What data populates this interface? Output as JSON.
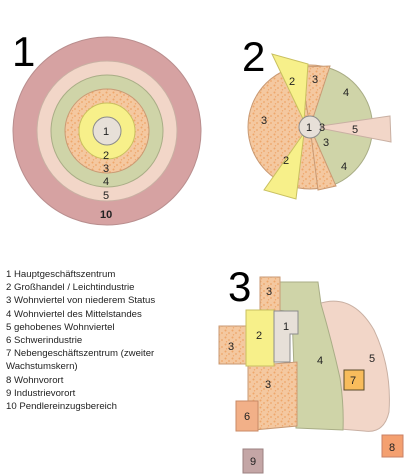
{
  "models": [
    {
      "number": "1",
      "zone_labels": [
        "1",
        "2",
        "3",
        "4",
        "5",
        "10"
      ]
    },
    {
      "number": "2",
      "zone_labels": [
        "1",
        "2",
        "2",
        "3",
        "3",
        "3",
        "3",
        "4",
        "4",
        "5"
      ]
    },
    {
      "number": "3",
      "zone_labels": [
        "1",
        "2",
        "3",
        "3",
        "3",
        "4",
        "5",
        "6",
        "7",
        "8",
        "9"
      ]
    }
  ],
  "legend": [
    "1 Hauptgeschäftszentrum",
    "2 Großhandel / Leichtindustrie",
    "3 Wohnviertel von niederem Status",
    "4 Wohnviertel des Mittelstandes",
    "5 gehobenes Wohnviertel",
    "6 Schwerindustrie",
    "7 Nebengeschäftszentrum (zweiter",
    "Wachstumskern)",
    "8 Wohnvorort",
    "9 Industrievorort",
    "10 Pendlereinzugsbereich"
  ],
  "colors": {
    "zone1": "#e7e0d8",
    "zone2": "#f7f08a",
    "zone3": "#f4c8a0",
    "zone3_speckle": "#eea66a",
    "zone4": "#cfd4a8",
    "zone5": "#f2d6c8",
    "zone6": "#f2b088",
    "zone7": "#f8bc5c",
    "zone8": "#f4a070",
    "zone9": "#c4a6a6",
    "zone10": "#d6a2a2",
    "outline": "#8b8b8b"
  }
}
